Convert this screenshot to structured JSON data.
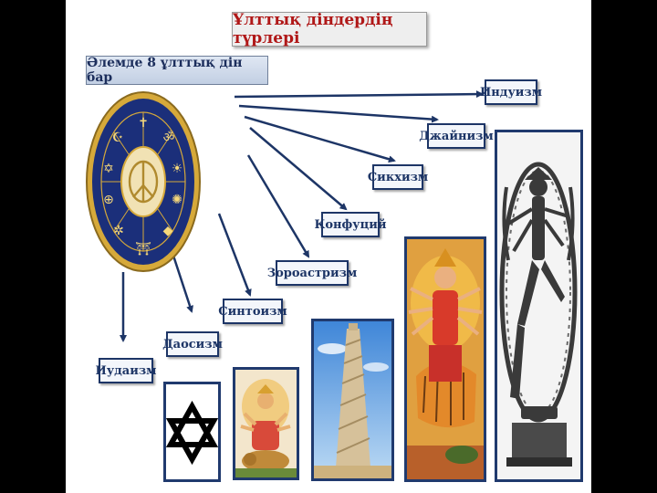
{
  "title": "Ұлттық діндердің түрлері",
  "subtitle": "Әлемде 8 ұлттық дін бар",
  "religions": [
    "Индуизм",
    "Джайнизм",
    "Сикхизм",
    "Конфуций",
    "Зороастризм",
    "Синтоизм",
    "Даосизм",
    "Иудаизм"
  ],
  "colors": {
    "title_text": "#b01818",
    "label_border": "#1d3566",
    "arrow": "#1d3566",
    "medallion_ring": "#1b2f7a",
    "medallion_gold": "#d6a93a"
  },
  "icons": [
    "star-of-david-icon",
    "goddess-painting-icon",
    "spiral-minaret-icon",
    "durga-painting-icon",
    "nataraja-statue-icon",
    "religious-symbols-medallion-icon"
  ]
}
